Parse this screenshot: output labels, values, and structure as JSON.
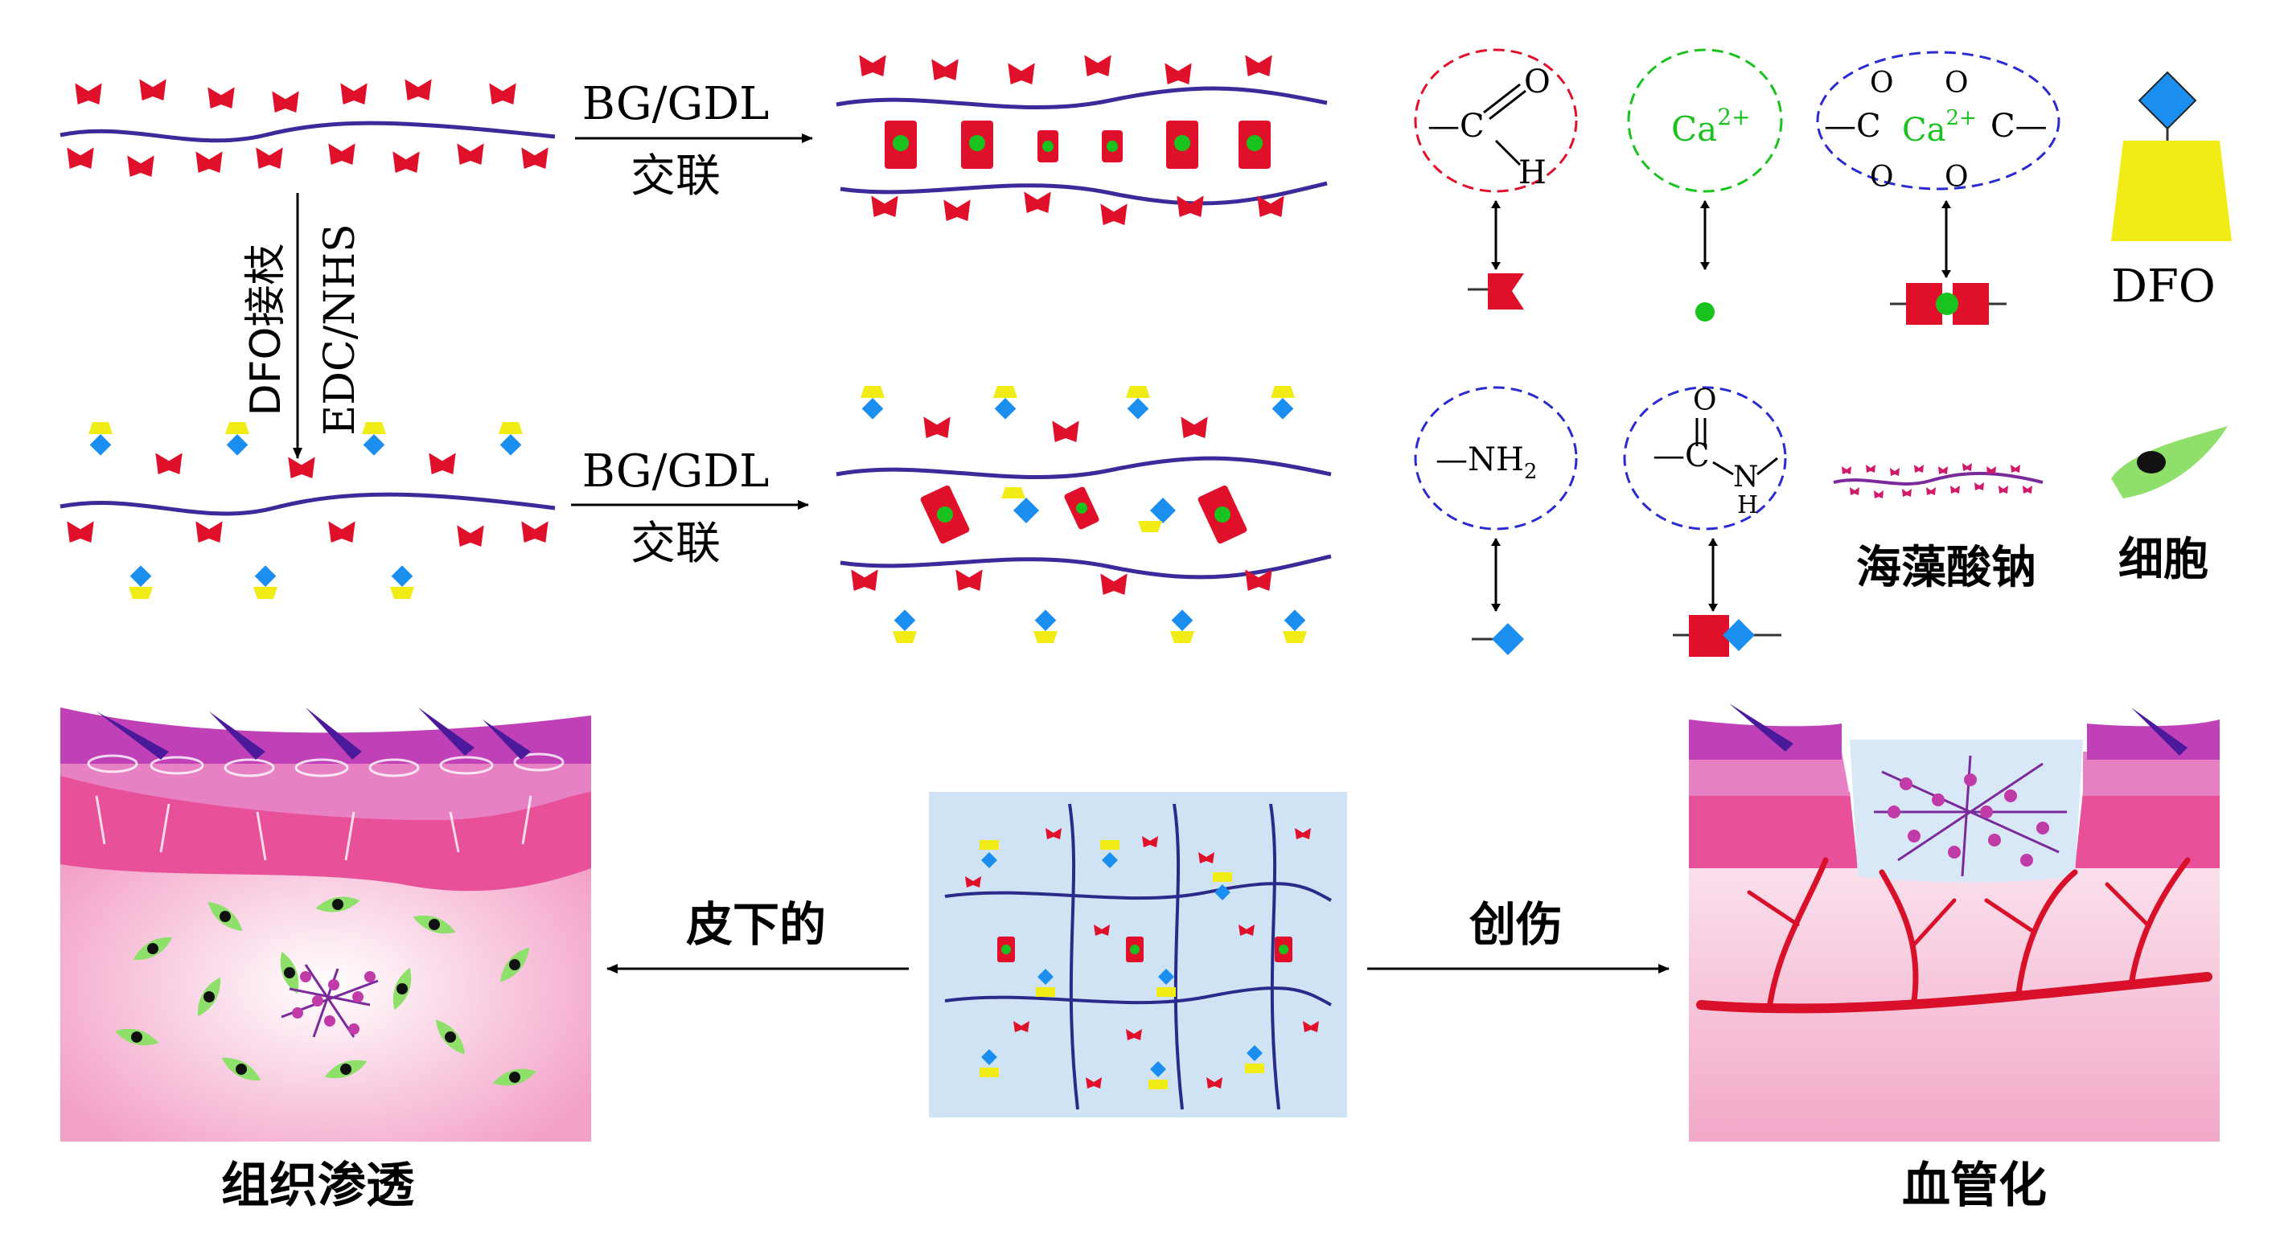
{
  "top": {
    "arrow1": {
      "top": "BG/GDL",
      "bottom": "交联"
    },
    "arrow_down": {
      "left": "DFO接枝",
      "right": "EDC/NHS"
    },
    "arrow2": {
      "top": "BG/GDL",
      "bottom": "交联"
    }
  },
  "legend": {
    "aldehyde": {
      "dash": "—C",
      "o": "O",
      "h": "H"
    },
    "calcium": {
      "ion": "Ca",
      "charge": "2+"
    },
    "chelate": {
      "left": "—C",
      "o1": "O",
      "o2": "O",
      "o3": "O",
      "o4": "O",
      "ca": "Ca",
      "charge": "2+",
      "right": "C—"
    },
    "dfo": {
      "label": "DFO"
    },
    "amine": {
      "label": "—NH",
      "sub": "2"
    },
    "amide": {
      "o": "O",
      "c": "—C",
      "n": "N",
      "h": "H"
    },
    "alginate": {
      "label": "海藻酸钠"
    },
    "cell": {
      "label": "细胞"
    }
  },
  "bottom": {
    "left_arrow_label": "皮下的",
    "right_arrow_label": "创伤",
    "left_caption": "组织渗透",
    "right_caption": "血管化"
  },
  "colors": {
    "chain": "#3a2a9a",
    "unit_red": "#e0102a",
    "dfo_blue": "#1a8ff0",
    "dfo_yellow": "#f2ec16",
    "ca_green": "#19c21e",
    "cell_green": "#8ee06a",
    "skin_top": "#c040b8",
    "skin_band": "#e880c4",
    "skin_mid": "#e8509a",
    "skin_bottom": "#f7c7de",
    "vessel": "#d8102a",
    "gel_bg": "#cfe3f5"
  }
}
